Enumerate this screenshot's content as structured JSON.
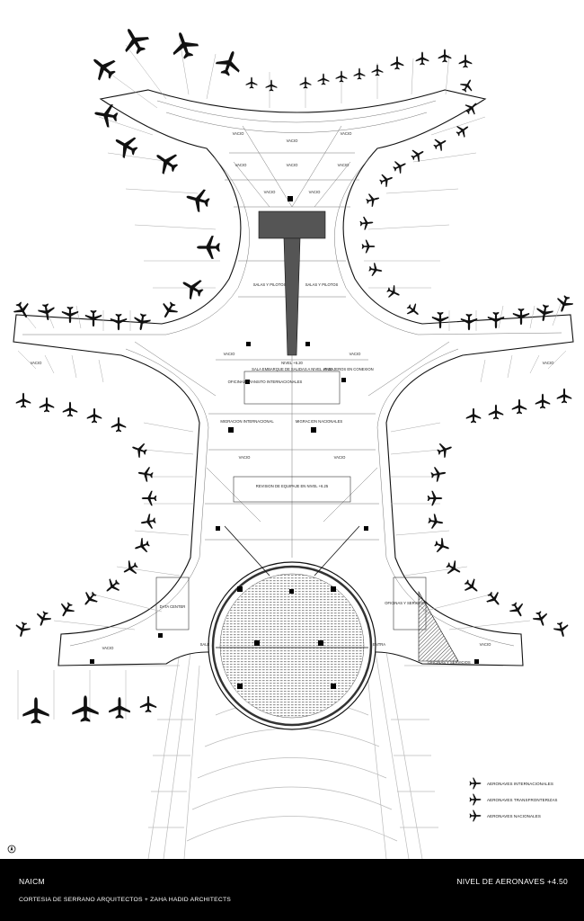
{
  "labels": {
    "vacio": "VACIO",
    "salas_pilotos": "SALAS Y PILOTOS",
    "nivel_620": "NIVEL +6.20",
    "sala_salidas": "SALA EMBARQUE DE SALIDAS A NIVEL ±0.00",
    "oficinas_aduana": "OFICINAS TRANSITO INTERNACIONALES",
    "pasajeros_conexion": "PASAJEROS EN CONEXION",
    "migracion_int": "MIGRACION INTERNACIONAL",
    "migracion_nac": "MIGRACION NACIONALES",
    "revision_equipaje": "REVISION DE EQUIPAJE EN NIVEL +6.25",
    "data_center": "DATA CENTER",
    "oficinas_servicio": "OFICINAS Y SERVICIOS",
    "sale": "SALE",
    "entra": "ENTRA"
  },
  "legend": [
    {
      "label": "AERONAVES INTERNACIONALES",
      "icon": "airplane-icon"
    },
    {
      "label": "AERONAVES TRANSFRONTERIZAS",
      "icon": "airplane-icon"
    },
    {
      "label": "AERONAVES NACIONALES",
      "icon": "airplane-icon"
    }
  ],
  "footer": {
    "title": "NAICM",
    "credit": "CORTESIA DE SERRANO ARQUITECTOS + ZAHA HADID ARCHITECTS",
    "level": "NIVEL DE AERONAVES +4.50"
  },
  "colors": {
    "footer_bg": "#000000",
    "ink": "#111111",
    "light": "#9a9a9a",
    "fill": "#555555"
  }
}
